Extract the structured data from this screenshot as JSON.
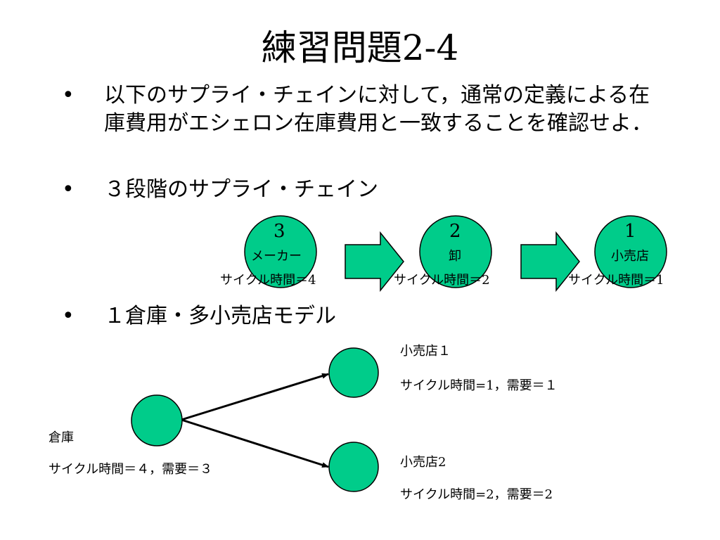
{
  "title": {
    "main": "練習問題",
    "suffix": "2-4"
  },
  "bullets": [
    {
      "mark": "•",
      "text": "以下のサプライ・チェインに対して，通常の定義による在庫費用がエシェロン在庫費用と一致することを確認せよ．"
    },
    {
      "mark": "•",
      "text": "３段階のサプライ・チェイン"
    },
    {
      "mark": "•",
      "text": "１倉庫・多小売店モデル"
    }
  ],
  "chain": {
    "stages": [
      {
        "number": "3",
        "name": "メーカー",
        "cycle_label": "サイクル時間＝",
        "cycle_value": "4"
      },
      {
        "number": "2",
        "name": "卸",
        "cycle_label": "サイクル時間＝",
        "cycle_value": "2"
      },
      {
        "number": "1",
        "name": "小売店",
        "cycle_label": "サイクル時間＝",
        "cycle_value": "1"
      }
    ]
  },
  "network": {
    "warehouse": {
      "name": "倉庫",
      "info": "サイクル時間＝４，需要＝３"
    },
    "retailers": [
      {
        "name": "小売店１",
        "info_prefix": "サイクル時間",
        "info_values": "=1，",
        "info_suffix": "需要＝１"
      },
      {
        "name_prefix": "小売店",
        "name_num": "2",
        "info_prefix": "サイクル時間",
        "info_values": "=2，",
        "info_suffix": "需要＝",
        "info_tail": "2"
      }
    ]
  },
  "colors": {
    "node_fill": "#00cc8a",
    "stroke": "#000000"
  }
}
